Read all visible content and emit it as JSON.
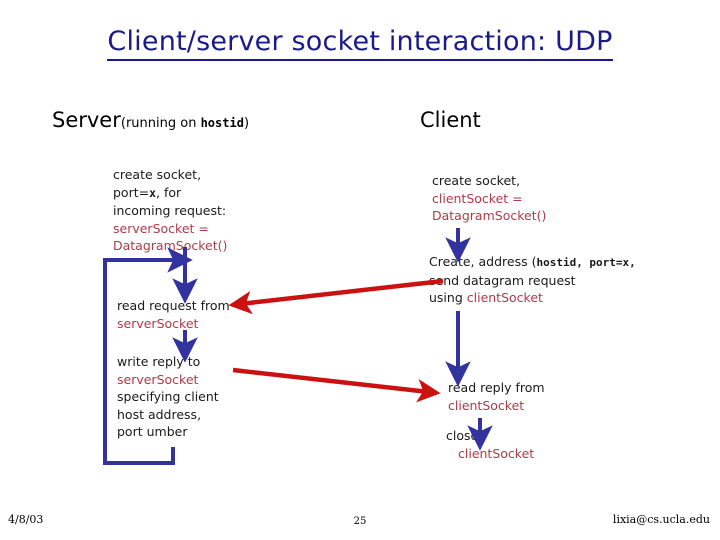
{
  "slide": {
    "title": "Client/server socket interaction: UDP",
    "columns": {
      "server": {
        "name": "Server",
        "paren_open": " (running on ",
        "host": "hostid",
        "paren_close": ")"
      },
      "client": {
        "name": "Client"
      }
    },
    "server_steps": [
      {
        "id": "create-socket",
        "lines": [
          {
            "text": "create socket,",
            "style": "plain"
          },
          {
            "text": "port=",
            "mono": "x",
            "tail": ", for",
            "style": "mixed"
          },
          {
            "text": "incoming request:",
            "style": "plain"
          },
          {
            "text": "serverSocket =",
            "style": "api"
          },
          {
            "text": "DatagramSocket()",
            "style": "api"
          }
        ]
      },
      {
        "id": "read-request",
        "lines": [
          {
            "text": "read request from",
            "style": "plain"
          },
          {
            "text": "serverSocket",
            "style": "api"
          }
        ]
      },
      {
        "id": "write-reply",
        "lines": [
          {
            "text": "write reply to",
            "style": "plain"
          },
          {
            "text": "serverSocket",
            "style": "api"
          },
          {
            "text": "specifying client",
            "style": "plain"
          },
          {
            "text": "host address,",
            "style": "plain"
          },
          {
            "text": "port umber",
            "style": "plain"
          }
        ]
      }
    ],
    "client_steps": [
      {
        "id": "create-socket",
        "lines": [
          {
            "text": "create socket,",
            "style": "plain"
          },
          {
            "text": "clientSocket =",
            "style": "api"
          },
          {
            "text": "DatagramSocket()",
            "style": "api"
          }
        ]
      },
      {
        "id": "send-request",
        "lines": [
          {
            "text": "Create, address (",
            "mono": "hostid, port=x,",
            "style": "mixed"
          },
          {
            "text": "send datagram request",
            "style": "plain"
          },
          {
            "text": "using ",
            "api": "clientSocket",
            "style": "mixed"
          }
        ]
      },
      {
        "id": "read-reply",
        "lines": [
          {
            "text": "read reply from",
            "style": "plain"
          },
          {
            "text": "clientSocket",
            "style": "api"
          }
        ]
      },
      {
        "id": "close-socket",
        "lines": [
          {
            "text": "close",
            "style": "plain"
          },
          {
            "text": "clientSocket",
            "style": "api"
          }
        ]
      }
    ],
    "text": {
      "t_title": "Client/server socket interaction: UDP",
      "t_server": "Server",
      "t_server_paren_open": "(running on ",
      "t_server_host": "hostid",
      "t_server_paren_close": ")",
      "t_client": "Client",
      "sc_l1": "create socket,",
      "sc_l2a": "port=",
      "sc_l2b": "x",
      "sc_l2c": ", for",
      "sc_l3": "incoming request:",
      "sc_l4": "serverSocket =",
      "sc_l5": "DatagramSocket()",
      "sr_l1": "read request from",
      "sr_l2": "serverSocket",
      "sw_l1": "write reply to",
      "sw_l2": "serverSocket",
      "sw_l3": "specifying client",
      "sw_l4": "host address,",
      "sw_l5": "port umber",
      "cc_l1": "create socket,",
      "cc_l2": "clientSocket =",
      "cc_l3": "DatagramSocket()",
      "cs_l1a": "Create, address (",
      "cs_l1b": "hostid, port=x,",
      "cs_l2": "send datagram request",
      "cs_l3a": "using ",
      "cs_l3b": "clientSocket",
      "cr_l1": "read reply from",
      "cr_l2": "clientSocket",
      "cl_l1": "close",
      "cl_l2": "clientSocket"
    },
    "footer": {
      "date": "4/8/03",
      "page": "25",
      "email": "lixia@cs.ucla.edu"
    },
    "colors": {
      "title_blue": "#1a1a8c",
      "flow_blue": "#3333A0",
      "message_red": "#CC1111",
      "api_red": "#b03a48",
      "body_black": "#1a1a1a",
      "background": "#ffffff"
    },
    "icons": {
      "down_arrow": "down-arrow-icon",
      "loop_arrow": "loop-back-arrow-icon",
      "request_arrow": "request-message-arrow-icon",
      "reply_arrow": "reply-message-arrow-icon"
    }
  }
}
